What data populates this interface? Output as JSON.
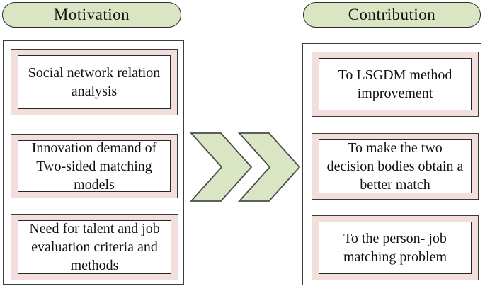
{
  "left_panel": {
    "header": "Motivation",
    "boxes": [
      {
        "lines": [
          "Social network relation",
          "analysis"
        ]
      },
      {
        "lines": [
          "Innovation demand of",
          "Two-sided matching",
          "models"
        ]
      },
      {
        "lines": [
          "Need for talent and job",
          "evaluation criteria and",
          "methods"
        ]
      }
    ]
  },
  "right_panel": {
    "header": "Contribution",
    "boxes": [
      {
        "lines": [
          "To LSGDM method",
          "improvement"
        ]
      },
      {
        "lines": [
          "To make the two",
          "decision bodies obtain a",
          "better match"
        ]
      },
      {
        "lines": [
          "To the person- job",
          "matching problem"
        ]
      }
    ]
  },
  "connector": {
    "type": "double-chevron-right",
    "direction": "left-to-right"
  },
  "colors": {
    "green_fill": "#d9e5c3",
    "pink_fill": "#f2dfdc",
    "panel_border": "#3d3d3d",
    "inner_box_border": "#272727",
    "chevron_stroke": "#4b4b4b",
    "text": "#111111"
  }
}
